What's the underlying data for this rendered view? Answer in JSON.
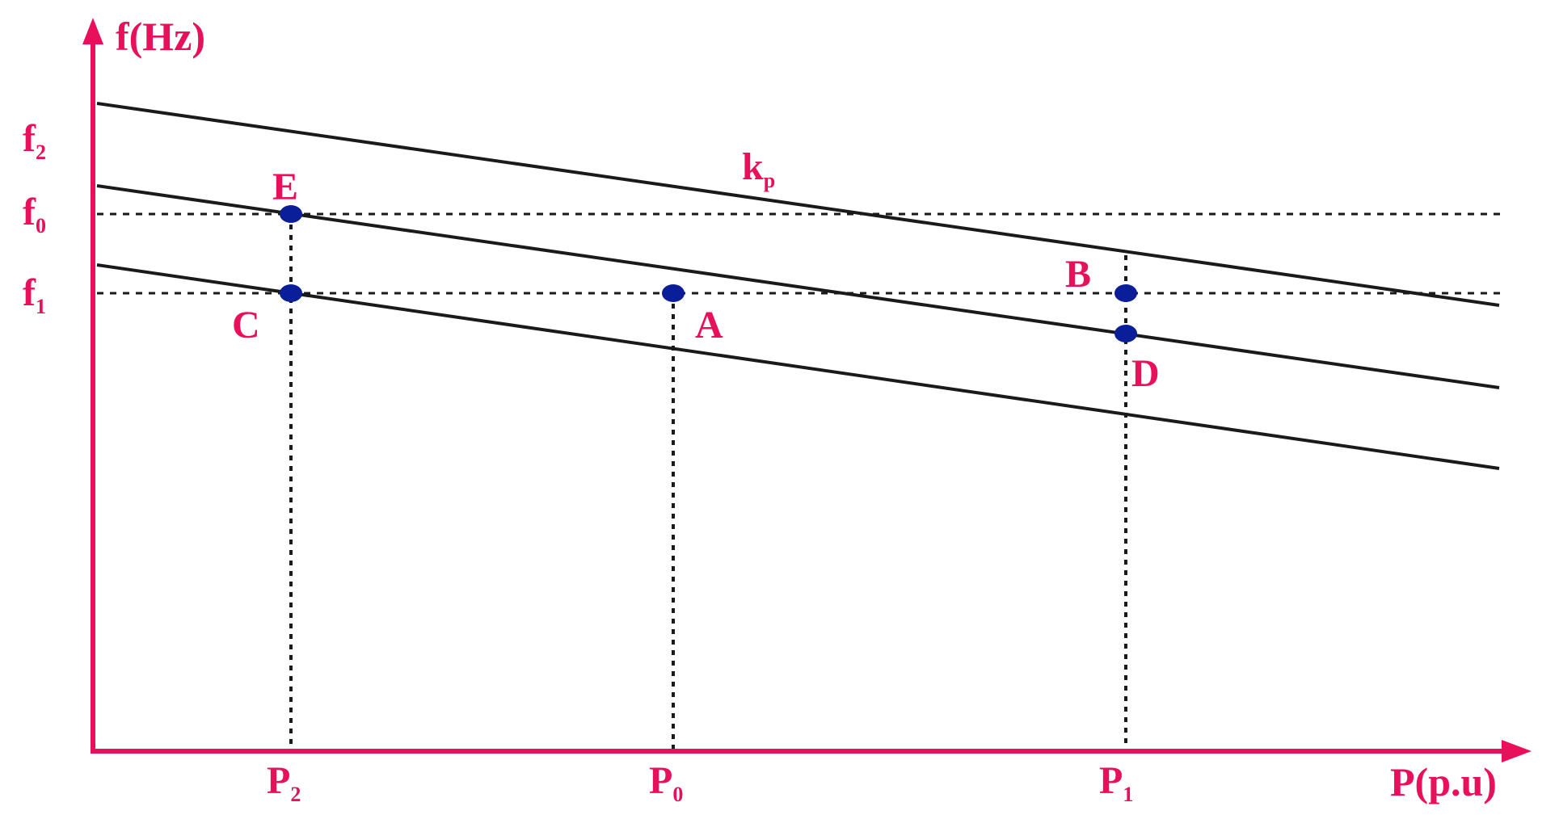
{
  "colors": {
    "axis": "#E8105A",
    "label": "#E8105A",
    "line": "#1a1a1a",
    "point": "#0b1e9a",
    "guide": "#1a1a1a"
  },
  "axes": {
    "y_label": "f(Hz)",
    "x_label": "P(p.u)"
  },
  "y_ticks": [
    {
      "base": "f",
      "sub": "2"
    },
    {
      "base": "f",
      "sub": "0"
    },
    {
      "base": "f",
      "sub": "1"
    }
  ],
  "x_ticks": [
    {
      "base": "P",
      "sub": "2"
    },
    {
      "base": "P",
      "sub": "0"
    },
    {
      "base": "P",
      "sub": "1"
    }
  ],
  "droop_label": {
    "base": "k",
    "sub": "p"
  },
  "points": [
    {
      "id": "E",
      "label": "E"
    },
    {
      "id": "C",
      "label": "C"
    },
    {
      "id": "A",
      "label": "A"
    },
    {
      "id": "B",
      "label": "B"
    },
    {
      "id": "D",
      "label": "D"
    }
  ]
}
